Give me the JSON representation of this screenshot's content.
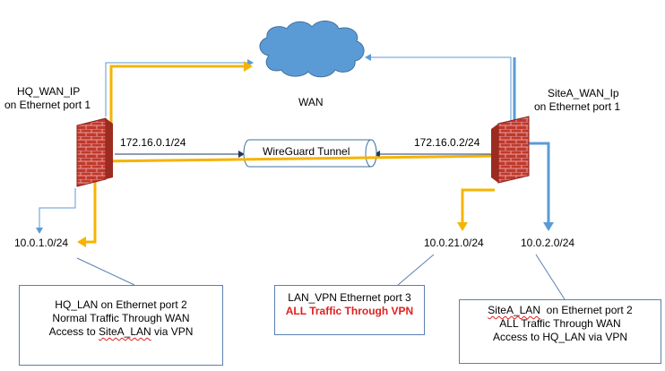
{
  "colors": {
    "vpn_path": "#f5b400",
    "wan_path": "#5b9bd5",
    "thin_line": "#5b9bd5",
    "cloud": "#5b9bd5",
    "firewall_brick": "#c0392b",
    "firewall_mortar": "#e6a0a0",
    "box_border": "#5b7fb0",
    "highlight_text": "#e02020"
  },
  "cloud": {
    "label": "WAN",
    "icon": "cloud-icon"
  },
  "hq": {
    "wan_label_1": "HQ_WAN_IP",
    "wan_label_2": "on Ethernet port 1",
    "tunnel_ip": "172.16.0.1/24",
    "lan_subnet": "10.0.1.0/24",
    "firewall_icon": "firewall-brick-icon"
  },
  "site_a": {
    "wan_label_1": "SiteA_WAN_Ip",
    "wan_label_2": "on Ethernet port 1",
    "tunnel_ip": "172.16.0.2/24",
    "vpn_subnet": "10.0.21.0/24",
    "lan_subnet": "10.0.2.0/24",
    "firewall_icon": "firewall-brick-icon"
  },
  "tunnel": {
    "label": "WireGuard Tunnel",
    "icon": "tunnel-cylinder-icon"
  },
  "notes": {
    "hq_lan": {
      "line1_a": "HQ_LAN  on Ethernet port 2",
      "line2": "Normal Traffic Through WAN",
      "line3_a": "Access to ",
      "line3_b": "SiteA_LAN",
      "line3_c": " via VPN"
    },
    "lan_vpn": {
      "line1": "LAN_VPN Ethernet port 3",
      "line2": "ALL Traffic Through VPN"
    },
    "site_a_lan": {
      "line1_a": "SiteA_LAN",
      "line1_b": "  on Ethernet port 2",
      "line2": "ALL Traffic Through WAN",
      "line3": "Access to HQ_LAN via VPN"
    }
  }
}
